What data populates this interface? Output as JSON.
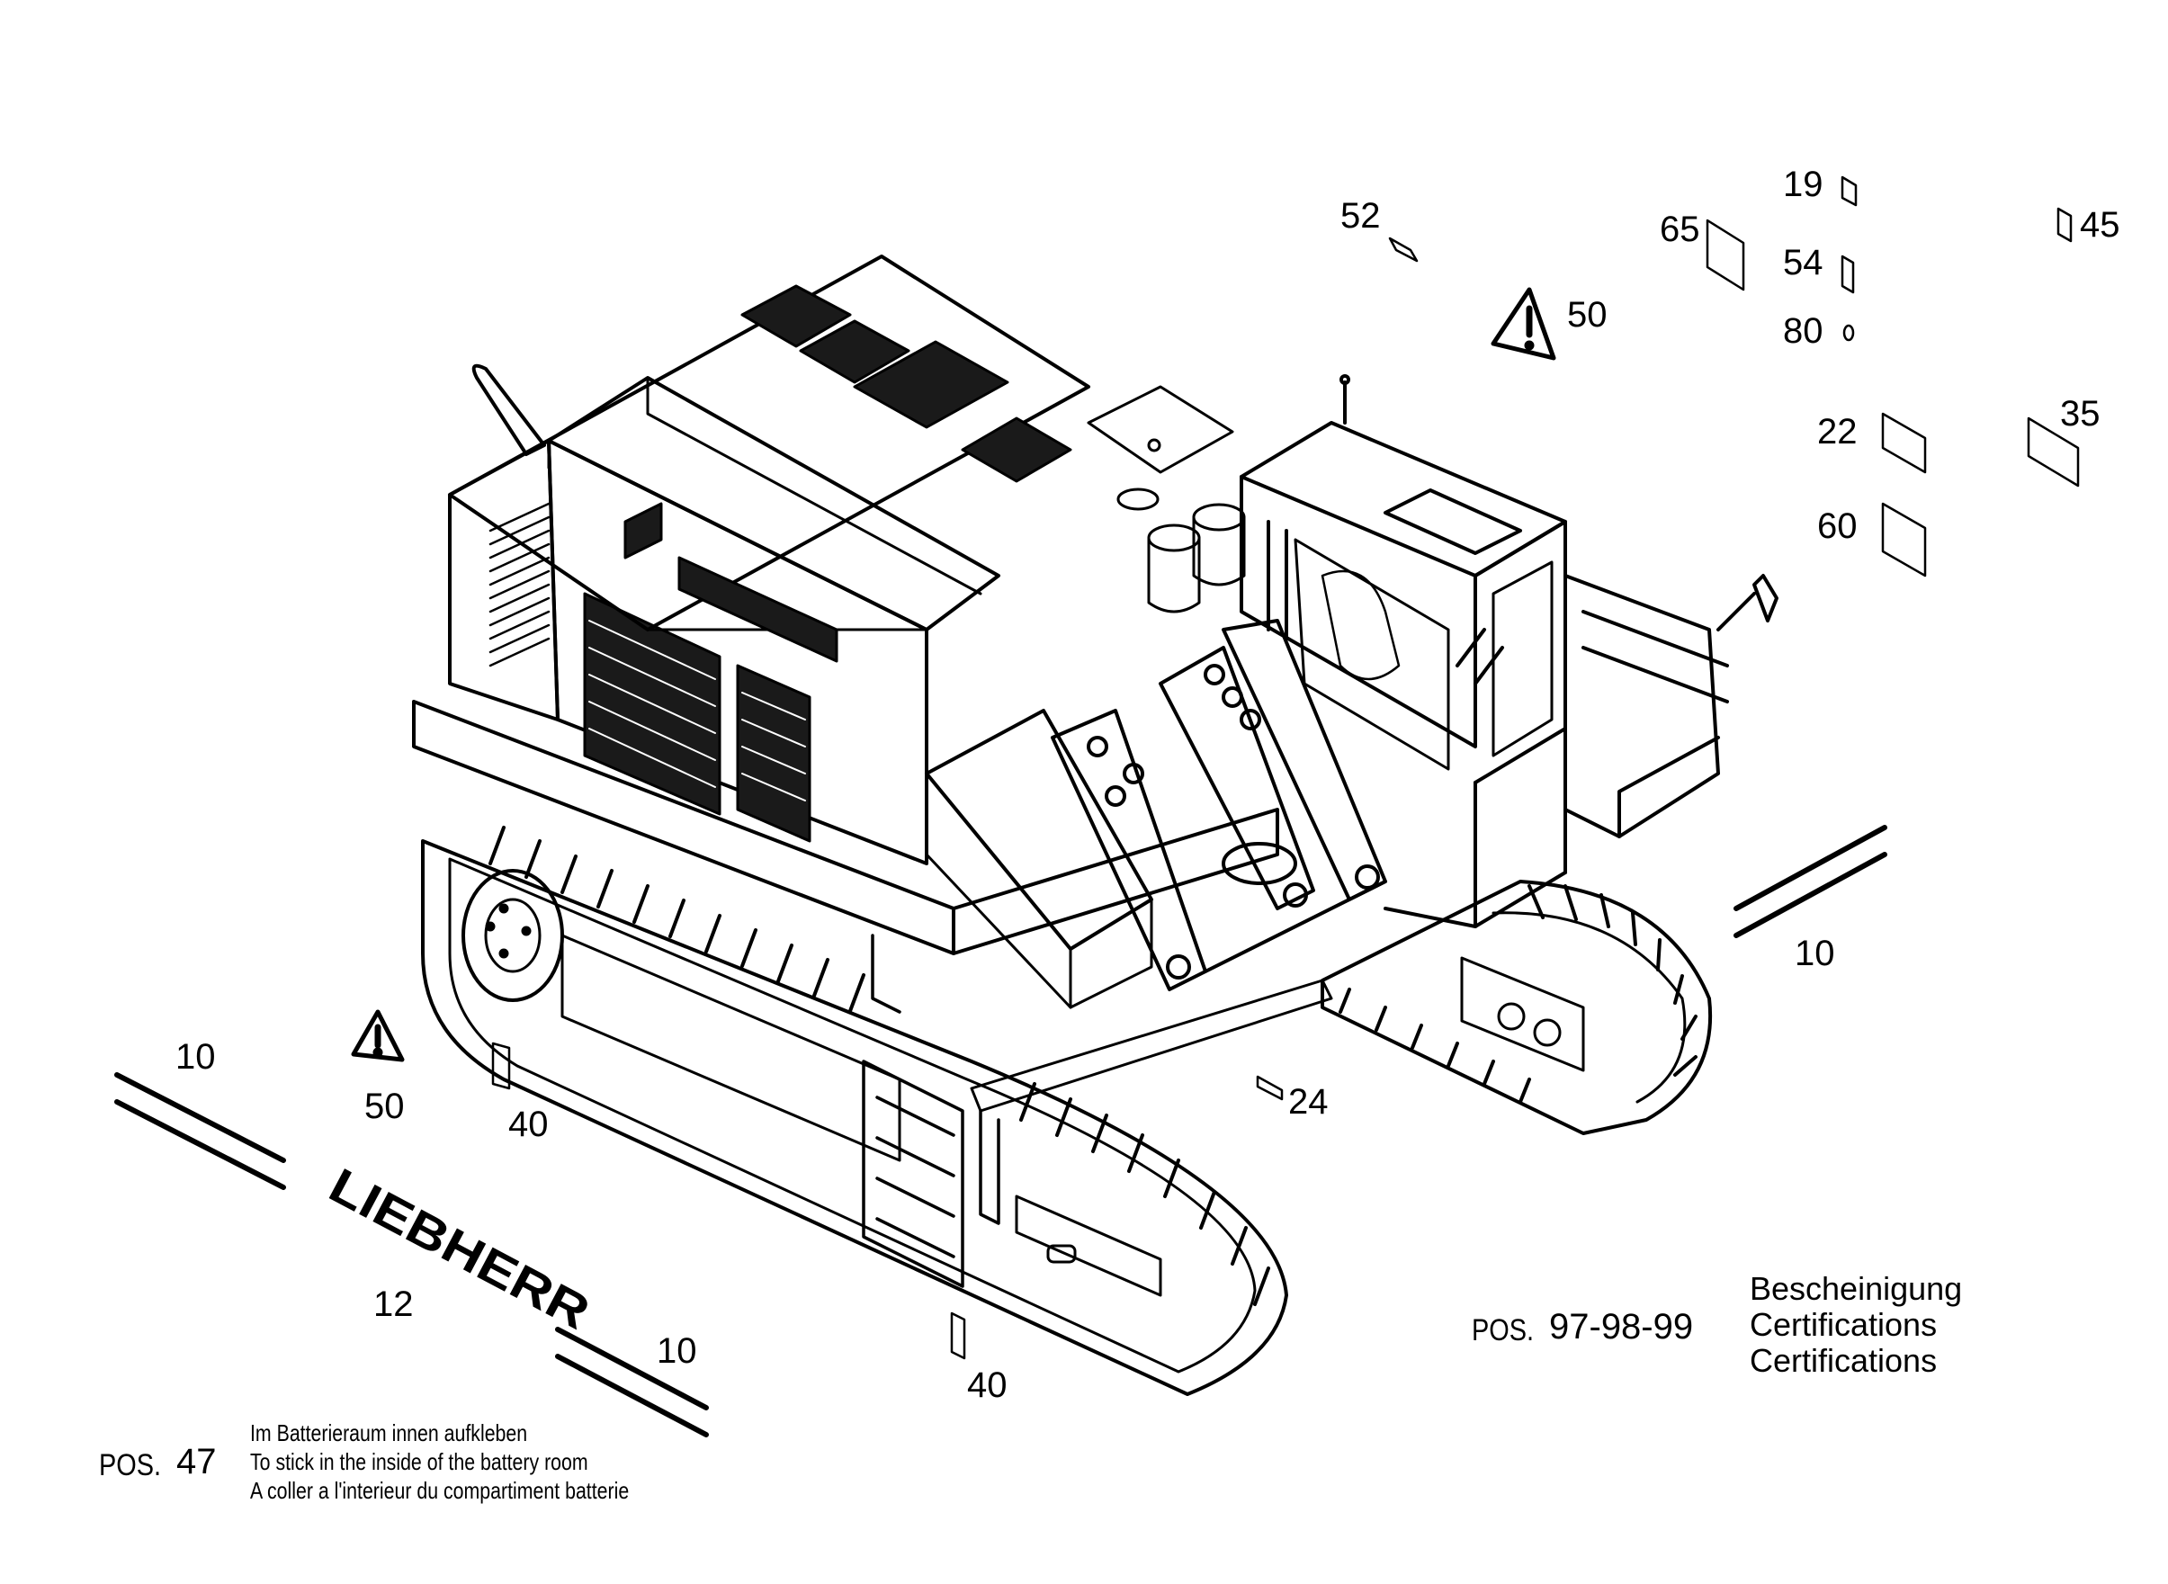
{
  "callouts": {
    "c52": "52",
    "c65": "65",
    "c19": "19",
    "c54": "54",
    "c80": "80",
    "c45": "45",
    "c50_top": "50",
    "c22": "22",
    "c35": "35",
    "c60": "60",
    "c10_right": "10",
    "c10_left": "10",
    "c50_left": "50",
    "c40_left": "40",
    "c24": "24",
    "c12": "12",
    "c10_bottom": "10",
    "c40_bottom": "40"
  },
  "pos47": {
    "word": "POS.",
    "number": "47",
    "lines": [
      "Im Batterieraum innen aufkleben",
      "To stick in the inside of the battery room",
      "A coller a l'interieur du compartiment batterie"
    ]
  },
  "pos97": {
    "word": "POS.",
    "number": "97-98-99",
    "lines": [
      "Bescheinigung",
      "Certifications",
      "Certifications"
    ]
  },
  "logo_text": "LIEBHERR",
  "colors": {
    "ink": "#000000",
    "paper": "#ffffff"
  },
  "icons": {
    "warning": "warning-triangle-icon"
  }
}
